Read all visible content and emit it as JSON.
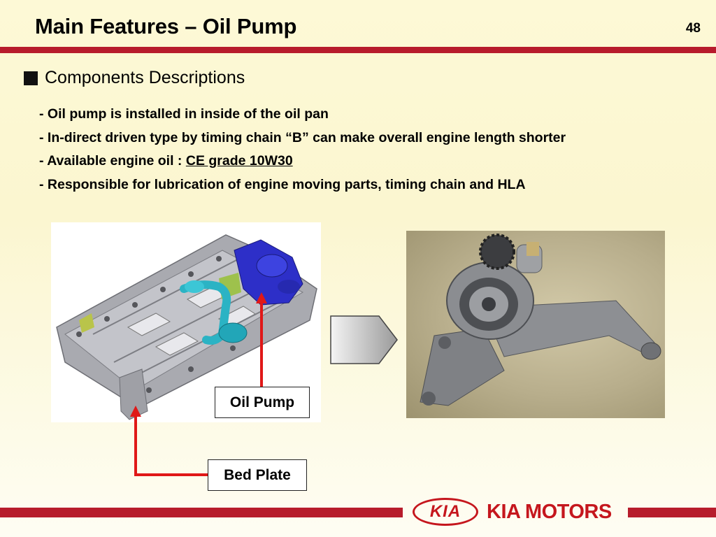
{
  "slide": {
    "title": "Main Features – Oil Pump",
    "page_number": "48",
    "section_heading": "Components Descriptions"
  },
  "bullets": [
    {
      "text": "- Oil pump is installed in inside of the oil pan"
    },
    {
      "text": "- In-direct driven type by timing chain “B” can make overall engine length shorter"
    },
    {
      "prefix": "- Available engine oil : ",
      "underlined": "CE grade 10W30"
    },
    {
      "text": "- Responsible for lubrication of engine moving parts, timing chain and HLA"
    }
  ],
  "labels": {
    "oil_pump": "Oil Pump",
    "bed_plate": "Bed Plate"
  },
  "footer": {
    "logo_text": "KIA",
    "brand": "KIA MOTORS"
  },
  "colors": {
    "accent_red": "#b71c2c",
    "logo_red": "#c5161d",
    "background": "#fbf6d0"
  }
}
